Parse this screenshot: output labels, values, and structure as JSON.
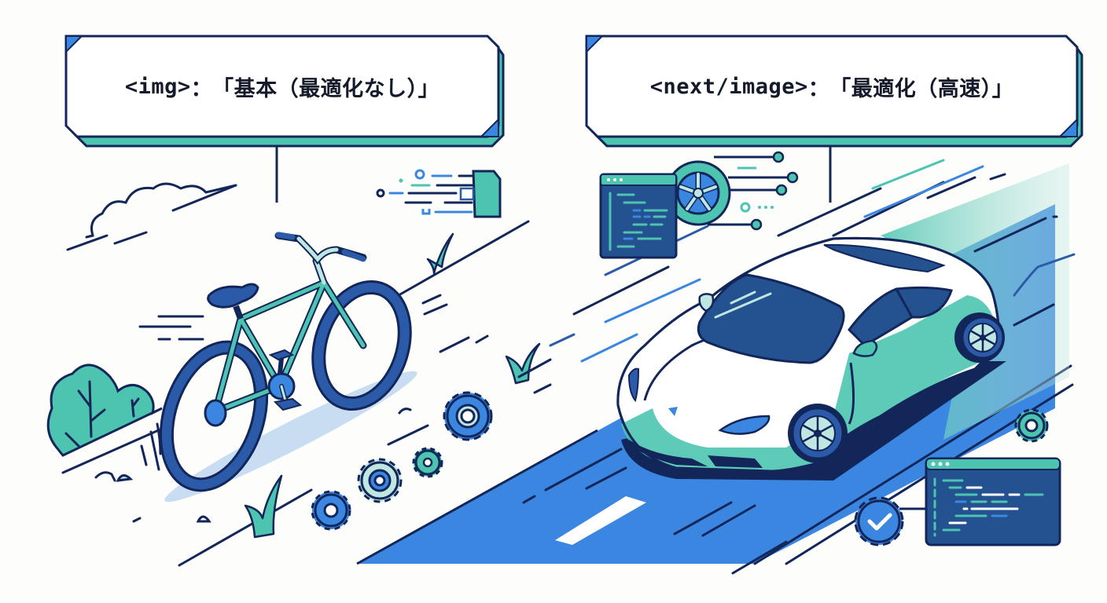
{
  "left_panel": {
    "label": {
      "tag": "<img>",
      "separator": "：",
      "description": "「基本（最適化なし）」"
    },
    "subject": "bicycle",
    "concept": "basic unoptimized image loading"
  },
  "right_panel": {
    "label": {
      "tag": "<next/image>",
      "separator": "：",
      "description": "「最適化（高速）」"
    },
    "subject": "sports-car",
    "concept": "optimized fast image loading"
  },
  "icons": {
    "left": [
      "cloud-icon",
      "bush-icon",
      "grass-icon",
      "file-speed-icon",
      "gear-icon"
    ],
    "right": [
      "code-window-icon",
      "wheel-icon",
      "gear-check-icon",
      "gear-icon"
    ]
  },
  "colors": {
    "navy": "#13265a",
    "blue": "#3a86e0",
    "teal": "#4cc4b0",
    "light_teal": "#bfe6e0",
    "pale_blue": "#c9ddf2",
    "code_bg": "#24518f",
    "background": "#fdfdfb"
  }
}
